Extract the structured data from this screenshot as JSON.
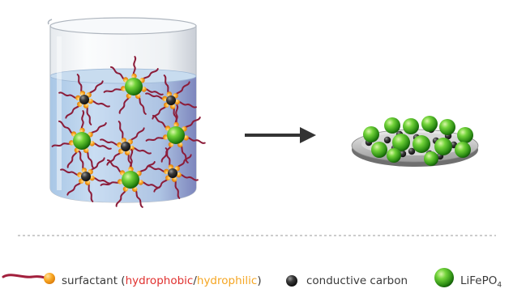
{
  "legend": {
    "surfactant_prefix": "surfactant (",
    "hydrophobic": "hydrophobic",
    "slash": "/",
    "hydrophilic": "hydrophilic",
    "surfactant_suffix": ")",
    "carbon": "conductive carbon",
    "lfp_main": "LiFePO",
    "lfp_sub": "4"
  },
  "colors": {
    "hydrophobic": "#e0312f",
    "hydrophilic": "#f5a623",
    "water": "#bcd6ee",
    "lfp_green": "#3fb31e",
    "carbon": "#222222",
    "arrow": "#333333"
  },
  "icons": [
    "beaker-icon",
    "arrow-right-icon",
    "dish-icon",
    "surfactant-icon",
    "carbon-particle-icon",
    "lfp-particle-icon"
  ]
}
